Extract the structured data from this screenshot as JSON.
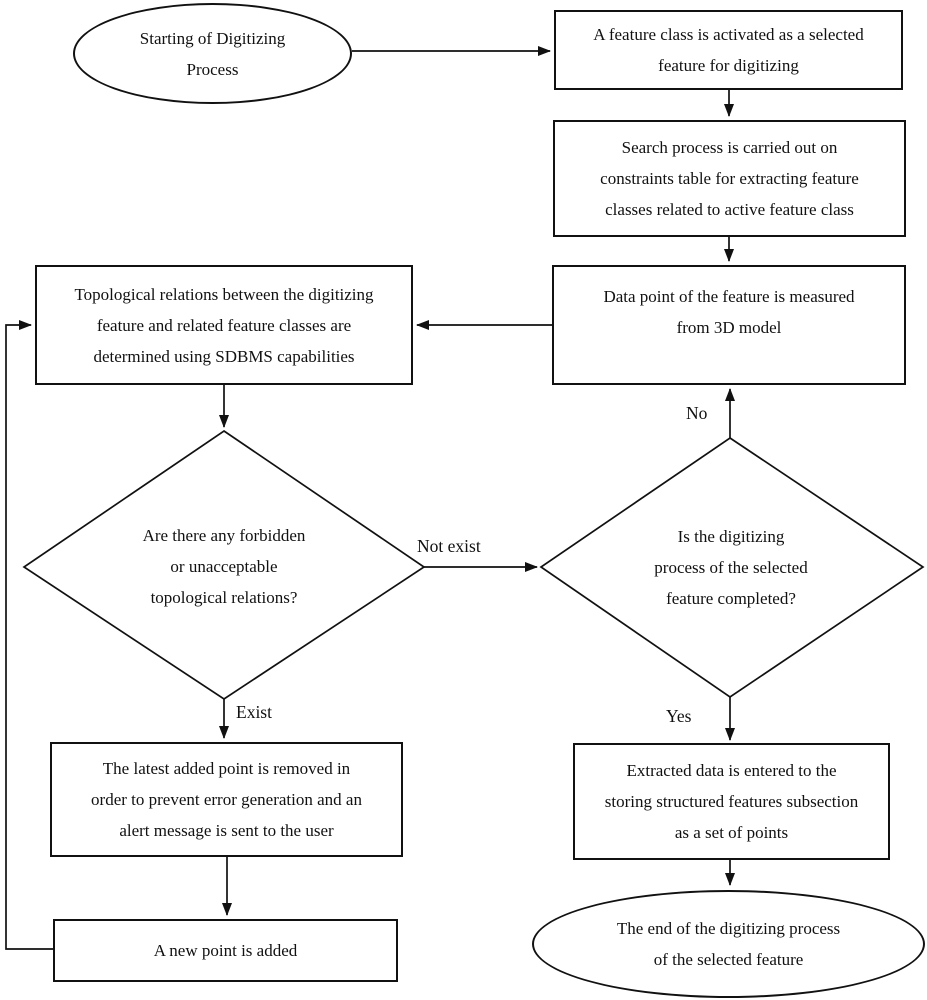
{
  "nodes": {
    "start": {
      "shape": "terminator",
      "label": "Starting of Digitizing\nProcess"
    },
    "activate": {
      "shape": "process",
      "label": "A feature class is activated as a selected\nfeature for digitizing"
    },
    "search": {
      "shape": "process",
      "label": "Search process is carried out on\nconstraints table for extracting feature\nclasses related to active feature class"
    },
    "measure": {
      "shape": "process",
      "label": "Data point of the feature is measured\nfrom 3D model"
    },
    "topology": {
      "shape": "process",
      "label": "Topological relations between the digitizing\nfeature and related feature classes are\ndetermined using SDBMS capabilities"
    },
    "forbidden_check": {
      "shape": "decision",
      "label": "Are there any forbidden\nor unacceptable\ntopological relations?"
    },
    "completed_check": {
      "shape": "decision",
      "label": "Is the digitizing\nprocess of the selected\nfeature completed?"
    },
    "remove_point": {
      "shape": "process",
      "label": "The latest added point is removed in\norder to prevent error generation and an\nalert message is sent to the user"
    },
    "new_point": {
      "shape": "process",
      "label": "A new point is added"
    },
    "store_data": {
      "shape": "process",
      "label": "Extracted data is entered to the\nstoring structured features subsection\nas a set of points"
    },
    "end": {
      "shape": "terminator",
      "label": "The end of the digitizing process\nof the selected feature"
    }
  },
  "edge_labels": {
    "exist": "Exist",
    "not_exist": "Not exist",
    "yes": "Yes",
    "no": "No"
  },
  "colors": {
    "stroke": "#111111",
    "fill": "#ffffff",
    "text": "#111111"
  }
}
